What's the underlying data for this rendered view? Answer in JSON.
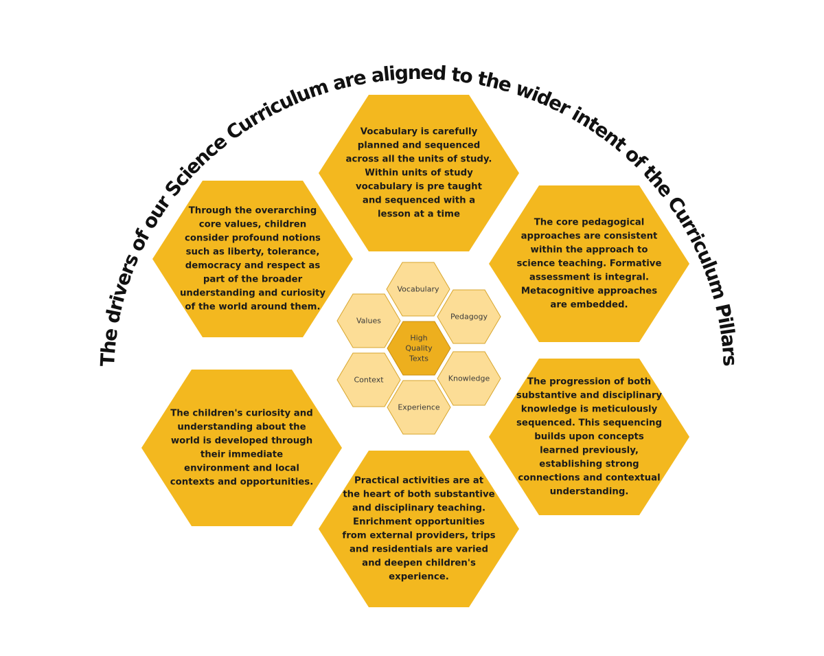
{
  "title_arc": "The drivers of our Science Curriculum are aligned to the wider intent of the Curriculum Pillars",
  "colors": {
    "outer_hex": "#F3B81F",
    "inner_hex": "#FCDD96",
    "inner_hex_stroke": "#D7A52C",
    "center_hex": "#EDAF1E",
    "text": "#1a1a1a",
    "background": "#ffffff"
  },
  "outer_hexagons": {
    "top": [
      "Vocabulary is carefully",
      "planned and sequenced",
      "across all the units of study.",
      "Within units of study",
      "vocabulary is pre taught",
      "and sequenced with a",
      "lesson at a time"
    ],
    "upper_right": [
      "The core pedagogical",
      "approaches are consistent",
      "within the approach to",
      "science teaching. Formative",
      "assessment is integral.",
      "Metacognitive approaches",
      "are embedded."
    ],
    "lower_right": [
      "The progression of both",
      "substantive and disciplinary",
      "knowledge is meticulously",
      "sequenced. This sequencing",
      "builds upon concepts",
      "learned previously,",
      "establishing strong",
      "connections and contextual",
      "understanding."
    ],
    "bottom": [
      "Practical activities are at",
      "the heart of both substantive",
      "and disciplinary teaching.",
      "Enrichment opportunities",
      "from external providers, trips",
      "and residentials are varied",
      "and deepen children's",
      "experience."
    ],
    "lower_left": [
      "The children's curiosity and",
      "understanding about the",
      "world is developed through",
      "their immediate",
      "environment and local",
      "contexts and opportunities."
    ],
    "upper_left": [
      "Through the overarching",
      "core values, children",
      "consider profound notions",
      "such as liberty, tolerance,",
      "democracy and respect as",
      "part of the broader",
      "understanding and curiosity",
      "of the world around them."
    ]
  },
  "inner_hexagons": {
    "center": [
      "High",
      "Quality",
      "Texts"
    ],
    "vocabulary": "Vocabulary",
    "pedagogy": "Pedagogy",
    "knowledge": "Knowledge",
    "experience": "Experience",
    "context": "Context",
    "values": "Values"
  }
}
